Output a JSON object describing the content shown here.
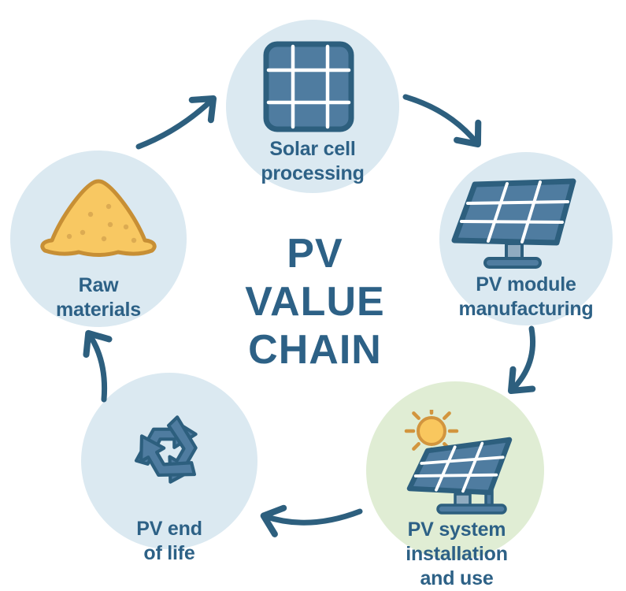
{
  "title": {
    "text": "PV\nVALUE\nCHAIN"
  },
  "nodes": [
    {
      "id": "solar-cell-processing",
      "label": "Solar cell\nprocessing",
      "icon": "solar-cell-icon"
    },
    {
      "id": "pv-module-manufacturing",
      "label": "PV module\nmanufacturing",
      "icon": "solar-panel-icon"
    },
    {
      "id": "pv-system-installation",
      "label": "PV system\ninstallation and use",
      "icon": "sun-solar-panel-icon"
    },
    {
      "id": "pv-end-of-life",
      "label": "PV end\nof life",
      "icon": "recycle-icon"
    },
    {
      "id": "raw-materials",
      "label": "Raw\nmaterials",
      "icon": "sand-pile-icon"
    }
  ],
  "flow": [
    "raw-materials -> solar-cell-processing",
    "solar-cell-processing -> pv-module-manufacturing",
    "pv-module-manufacturing -> pv-system-installation",
    "pv-system-installation -> pv-end-of-life",
    "pv-end-of-life -> raw-materials"
  ],
  "colors": {
    "background": "#ffffff",
    "circle_blue": "#dbe9f1",
    "circle_green": "#e0edd4",
    "steel": "#4f7ca0",
    "dark": "#2d5f7e",
    "text": "#2d6186",
    "pedestal": "#8fabc0",
    "sun_fill": "#f9c75e",
    "sun_stroke": "#d2953e",
    "sand_fill": "#f8c862",
    "sand_stroke": "#c78f35",
    "sand_dot": "#dcab52",
    "grid_line": "#ffffff"
  }
}
